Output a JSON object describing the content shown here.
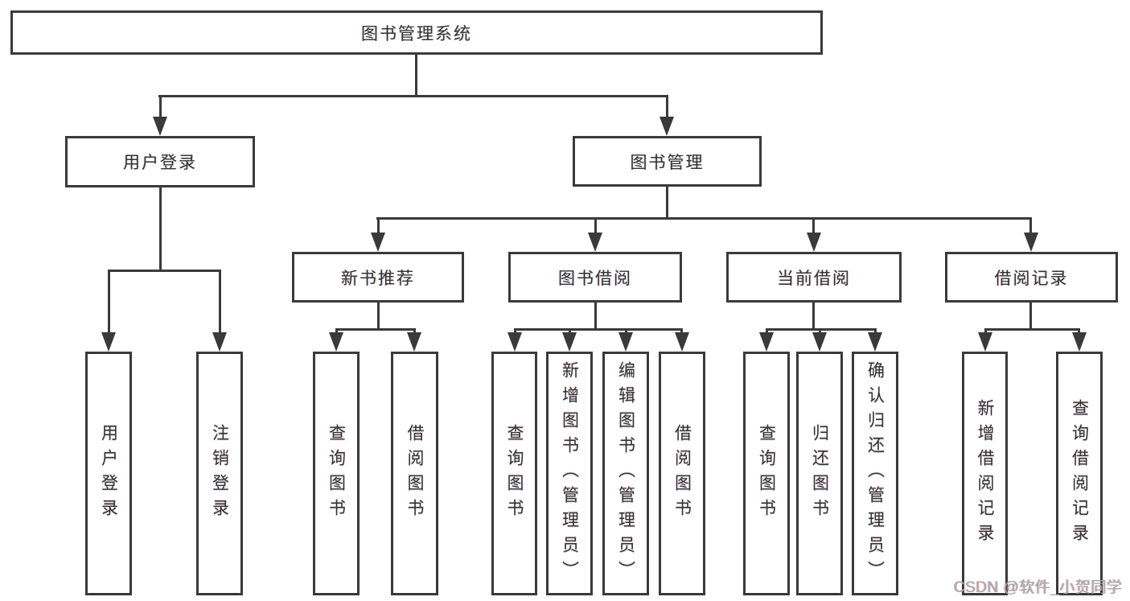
{
  "tree": {
    "root": "图书管理系统",
    "user_login": {
      "label": "用户登录",
      "children": [
        "用户登录",
        "注销登录"
      ]
    },
    "book_management": {
      "label": "图书管理",
      "groups": [
        {
          "label": "新书推荐",
          "children": [
            "查询图书",
            "借阅图书"
          ]
        },
        {
          "label": "图书借阅",
          "children": [
            "查询图书",
            "新增图书（管理员）",
            "编辑图书（管理员）",
            "借阅图书"
          ]
        },
        {
          "label": "当前借阅",
          "children": [
            "查询图书",
            "归还图书",
            "确认归还（管理员）"
          ]
        },
        {
          "label": "借阅记录",
          "children": [
            "新增借阅记录",
            "查询借阅记录"
          ]
        }
      ]
    }
  },
  "watermark": "CSDN @软件_小贺同学",
  "colors": {
    "line": "#3a3a3a",
    "text": "#333333",
    "background": "#ffffff",
    "watermark": "#a9a9a9"
  }
}
